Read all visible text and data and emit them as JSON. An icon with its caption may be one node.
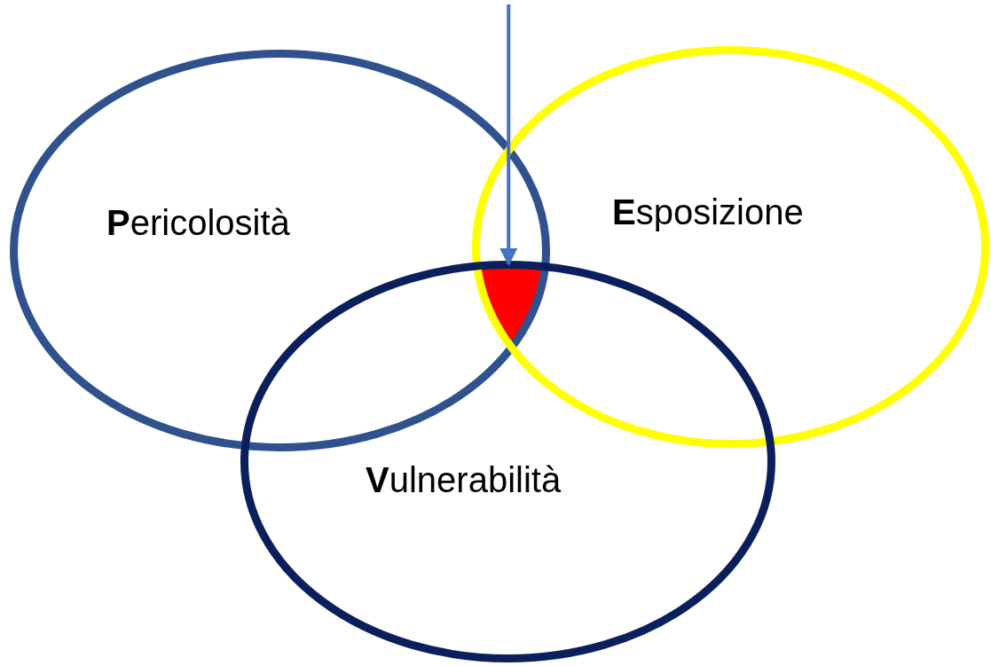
{
  "diagram": {
    "nodes": [
      {
        "text": [
          "**P**ericolosità"
        ]
      },
      {
        "text": [
          "**E**sposizione"
        ]
      },
      {
        "text": [
          "**V**ulnerabilità"
        ]
      },
      {
        "text": [],
        "shape": "triangle"
      }
    ],
    "edges": [
      {
        "from": null,
        "to": 3,
        "arrow": "to"
      }
    ]
  }
}
